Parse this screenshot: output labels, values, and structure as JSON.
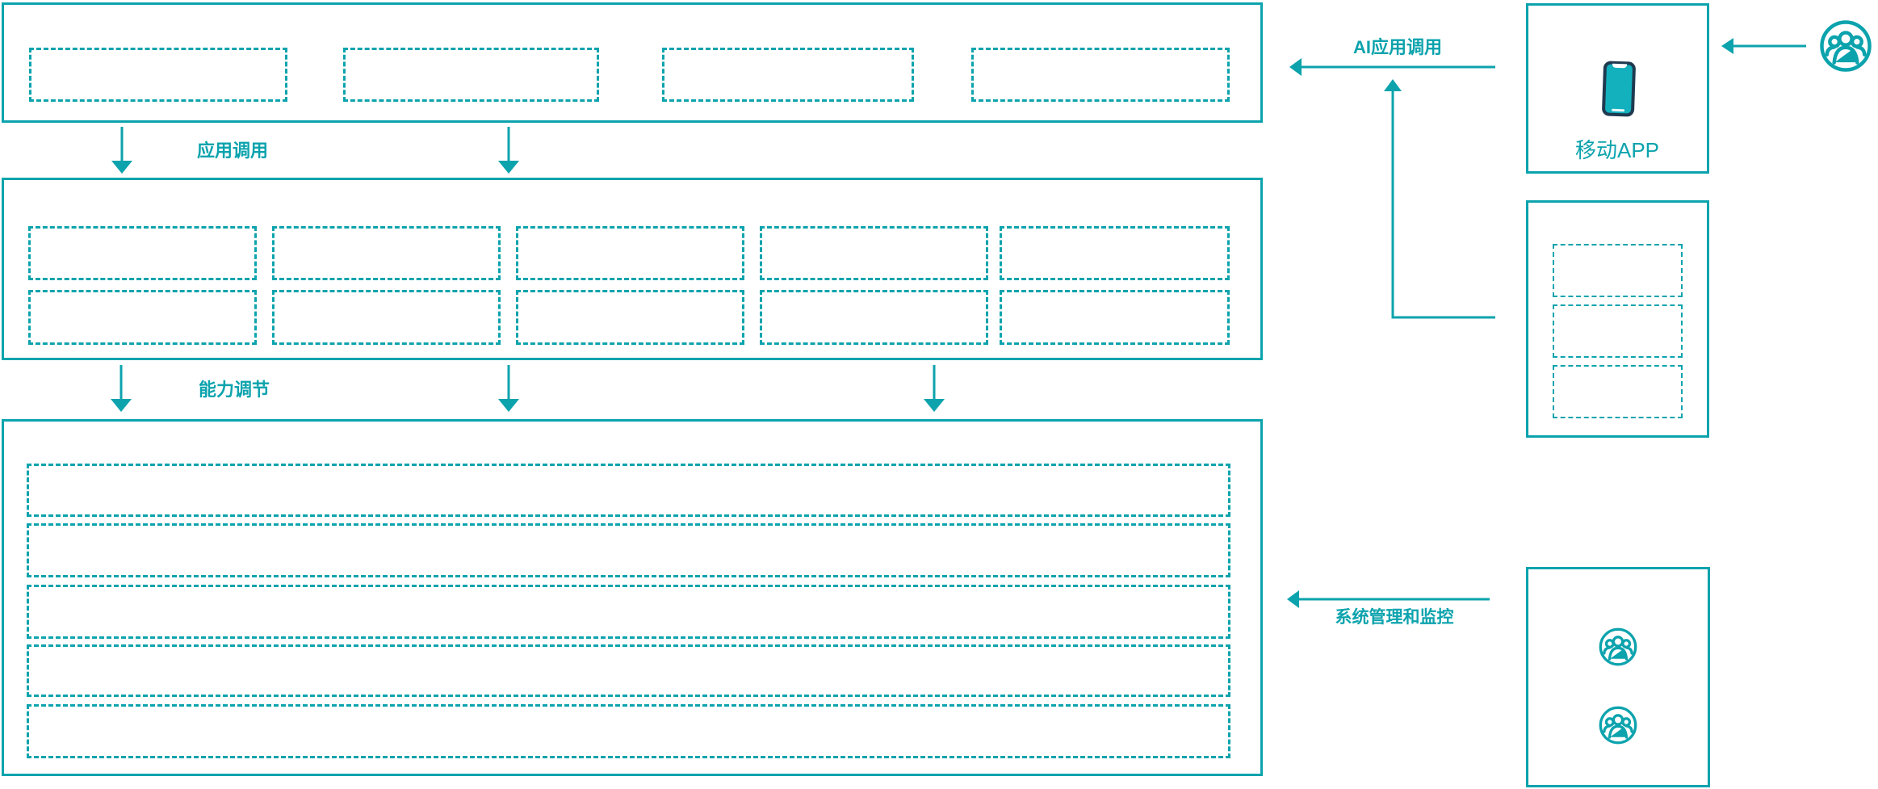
{
  "diagram": {
    "type": "architecture-flow",
    "labels": {
      "app_call": "应用调用",
      "capability_adjust": "能力调节",
      "ai_app_call": "AI应用调用",
      "system_management": "系统管理和监控",
      "mobile_app": "移动APP"
    },
    "colors": {
      "accent": "#0CA3AD",
      "phone_body": "#1F3A50",
      "phone_screen": "#12B1BD",
      "background": "#FFFFFF"
    }
  }
}
